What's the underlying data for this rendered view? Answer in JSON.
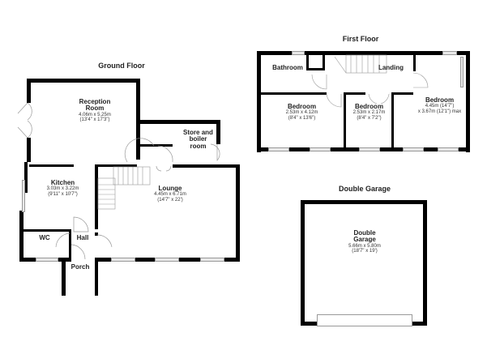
{
  "titles": {
    "ground_floor": "Ground Floor",
    "first_floor": "First Floor",
    "double_garage": "Double Garage"
  },
  "ground_floor": {
    "reception_room": {
      "name": "Reception Room",
      "dim_metric": "4.06m x 5.25m",
      "dim_imperial": "(13'4\" x 17'3\")"
    },
    "store": {
      "name": "Store and boiler room"
    },
    "kitchen": {
      "name": "Kitchen",
      "dim_metric": "3.03m x 3.22m",
      "dim_imperial": "(9'11\" x 10'7\")"
    },
    "lounge": {
      "name": "Lounge",
      "dim_metric": "4.45m x 6.71m",
      "dim_imperial": "(14'7\" x 22')"
    },
    "wc": {
      "name": "WC"
    },
    "hall": {
      "name": "Hall"
    },
    "porch": {
      "name": "Porch"
    }
  },
  "first_floor": {
    "bathroom": {
      "name": "Bathroom"
    },
    "landing": {
      "name": "Landing"
    },
    "bedroom_1": {
      "name": "Bedroom",
      "dim_metric": "2.53m x 4.12m",
      "dim_imperial": "(8'4\" x 13'6\")"
    },
    "bedroom_2": {
      "name": "Bedroom",
      "dim_metric": "2.53m x 2.17m",
      "dim_imperial": "(8'4\" x 7'2\")"
    },
    "bedroom_3": {
      "name": "Bedroom",
      "dim_metric": "4.45m (14'7\")",
      "dim_imperial": "x 3.67m (12'1\") max"
    }
  },
  "garage": {
    "name_line1": "Double",
    "name_line2": "Garage",
    "dim_metric": "5.66m x 5.80m",
    "dim_imperial": "(18'7\" x 19')"
  }
}
